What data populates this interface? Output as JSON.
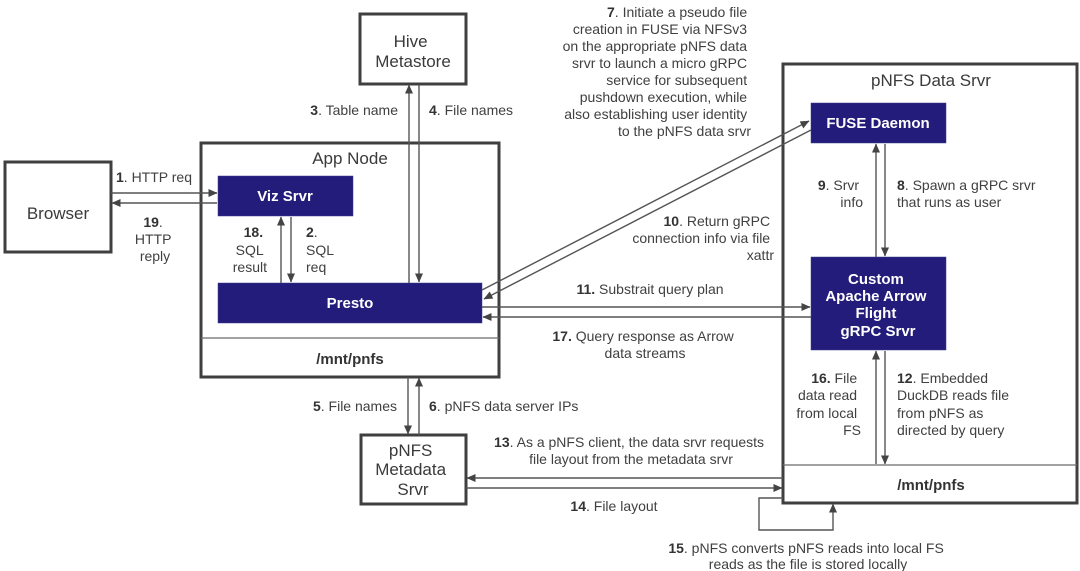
{
  "diagram": {
    "nodes": {
      "browser": "Browser",
      "hive": [
        "Hive",
        "Metastore"
      ],
      "app_node": "App Node",
      "viz_srvr": "Viz Srvr",
      "presto": "Presto",
      "app_mnt": "/mnt/pnfs",
      "pnfs_data_srvr": "pNFS Data Srvr",
      "fuse_daemon": "FUSE Daemon",
      "arrow_flight": [
        "Custom",
        "Apache Arrow",
        "Flight",
        "gRPC Srvr"
      ],
      "data_mnt": "/mnt/pnfs",
      "pnfs_meta": [
        "pNFS",
        "Metadata",
        "Srvr"
      ]
    },
    "steps": {
      "s1": {
        "num": "1",
        "first": ". HTTP req",
        "lines": []
      },
      "s2": {
        "num": "2",
        "first": ".",
        "lines": [
          "SQL",
          "req"
        ]
      },
      "s3": {
        "num": "3",
        "first": ". Table name",
        "lines": []
      },
      "s4": {
        "num": "4",
        "first": ". File names",
        "lines": []
      },
      "s5": {
        "num": "5",
        "first": ". File names",
        "lines": []
      },
      "s6": {
        "num": "6",
        "first": ". pNFS data server IPs",
        "lines": []
      },
      "s7": {
        "num": "7",
        "first": ". Initiate a pseudo file",
        "lines": [
          "creation in FUSE via NFSv3",
          "on the appropriate pNFS data",
          "srvr to launch a micro gRPC",
          "service for subsequent",
          "pushdown execution, while",
          "also establishing user identity",
          "to the pNFS data srvr"
        ]
      },
      "s8": {
        "num": "8",
        "first": ". Spawn a gRPC srvr",
        "lines": [
          "that runs as user"
        ]
      },
      "s9": {
        "num": "9",
        "first": ". Srvr",
        "lines": [
          "info"
        ]
      },
      "s10": {
        "num": "10",
        "first": ". Return gRPC",
        "lines": [
          "connection info via file",
          "xattr"
        ]
      },
      "s11": {
        "num": "11.",
        "first": " Substrait query plan",
        "lines": []
      },
      "s12": {
        "num": "12",
        "first": ". Embedded",
        "lines": [
          "DuckDB reads file",
          "from pNFS as",
          "directed by query"
        ]
      },
      "s13": {
        "num": "13",
        "first": ". As a pNFS client, the data srvr requests",
        "lines": [
          "file layout from the metadata srvr"
        ]
      },
      "s14": {
        "num": "14",
        "first": ". File layout",
        "lines": []
      },
      "s15": {
        "num": "15",
        "first": ". pNFS converts pNFS reads into local FS",
        "lines": [
          "reads as the file is stored locally"
        ]
      },
      "s16": {
        "num": "16.",
        "first": " File",
        "lines": [
          "data read",
          "from local",
          "FS"
        ]
      },
      "s17": {
        "num": "17.",
        "first": " Query response as Arrow",
        "lines": [
          "data streams"
        ]
      },
      "s18": {
        "num": "18.",
        "first": "",
        "lines": [
          "SQL",
          "result"
        ]
      },
      "s19": {
        "num": "19",
        "first": ".",
        "lines": [
          "HTTP",
          "reply"
        ]
      }
    },
    "colors": {
      "component_fill": "#241c7b",
      "component_text": "#ffffff",
      "border": "#3f3f3f",
      "arrow": "#555555",
      "text": "#404040"
    }
  }
}
